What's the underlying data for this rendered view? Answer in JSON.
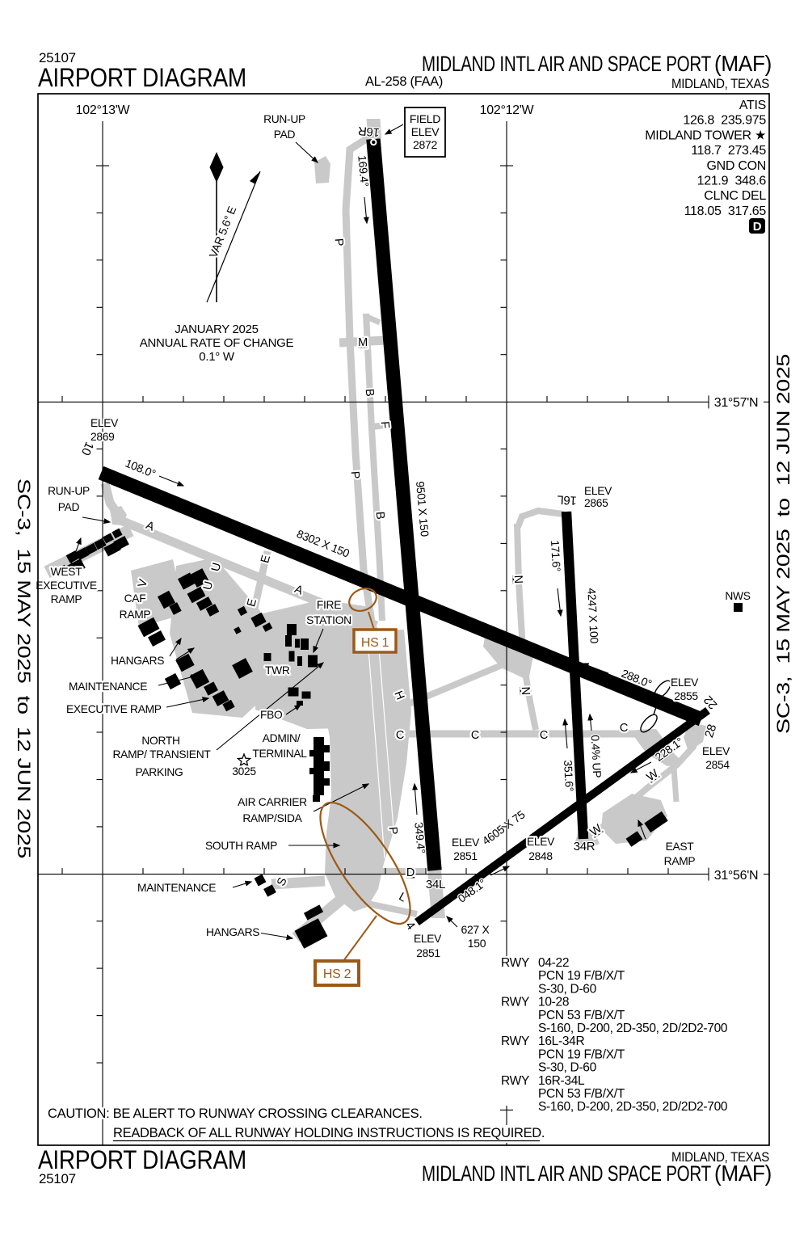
{
  "header": {
    "chart_number": "25107",
    "title": "AIRPORT DIAGRAM",
    "procedure_id": "AL-258 (FAA)",
    "airport_name": "MIDLAND INTL AIR AND SPACE PORT",
    "airport_id": "(MAF)",
    "city": "MIDLAND, TEXAS"
  },
  "footer": {
    "title": "AIRPORT DIAGRAM",
    "chart_number": "25107",
    "airport_name": "MIDLAND INTL AIR AND SPACE PORT",
    "airport_id": "(MAF)",
    "city": "MIDLAND, TEXAS"
  },
  "margin": {
    "left": "SC-3,  15 MAY 2025  to  12 JUN 2025",
    "right": "SC-3,  15 MAY 2025  to  12 JUN 2025"
  },
  "comm": {
    "atis_label": "ATIS",
    "atis": "126.8  235.975",
    "tower_label": "MIDLAND TOWER ★",
    "tower": "118.7  273.45",
    "gnd_label": "GND CON",
    "gnd": "121.9  348.6",
    "clnc_label": "CLNC DEL",
    "clnc": "118.05  317.65",
    "datacom": "D"
  },
  "grid": {
    "lon_w": "102°13'W",
    "lon_e": "102°12'W",
    "lat_n": "31°57'N",
    "lat_s": "31°56'N"
  },
  "magvar": {
    "var": "VAR 5.6° E",
    "date": "JANUARY 2025",
    "note": "ANNUAL RATE OF CHANGE",
    "rate": "0.1° W"
  },
  "field_elev": {
    "l1": "FIELD",
    "l2": "ELEV",
    "l3": "2872"
  },
  "rwy": {
    "r16r": "16R",
    "r34l": "34L",
    "r10": "10",
    "r28": "28",
    "r16l": "16L",
    "r34r": "34R",
    "r22": "22",
    "r04": "4",
    "h16r": "169.4°",
    "h34l": "349.4°",
    "h10": "108.0°",
    "h28": "288.0°",
    "h16l": "171.6°",
    "h34r": "351.6°",
    "h22": "228.1°",
    "h04": "048.1°",
    "d16r34l": "9501 X 150",
    "d10_28": "8302 X 150",
    "d16l34r": "4247 X 100",
    "d04_22": "4605 X 75",
    "overrun1": "627 X",
    "overrun2": "150",
    "slope": "0.4% UP"
  },
  "elev": {
    "e10a": "ELEV",
    "e10b": "2869",
    "e16la": "ELEV",
    "e16lb": "2865",
    "e22a": "ELEV",
    "e22b": "2855",
    "e28a": "ELEV",
    "e28b": "2854",
    "e34la": "ELEV",
    "e34lb": "2851",
    "e04a": "ELEV",
    "e04b": "2851",
    "e34ra": "ELEV",
    "e34rb": "2848"
  },
  "twy": {
    "a1": "A",
    "a2": "A",
    "b1": "B",
    "b2": "B",
    "c1": "C",
    "c2": "C",
    "c3": "C",
    "c4": "C",
    "d": "D",
    "e1": "E",
    "e2": "E",
    "f": "F",
    "h": "H",
    "l": "L",
    "m": "M",
    "n1": "N",
    "n2": "N",
    "p1": "P",
    "p2": "P",
    "p3": "P",
    "s": "S",
    "u1": "U",
    "u2": "U",
    "v": "V",
    "w1": "W",
    "w2": "W"
  },
  "poi": {
    "runup1a": "RUN-UP",
    "runup1b": "PAD",
    "runup2a": "RUN-UP",
    "runup2b": "PAD",
    "west1": "WEST",
    "west2": "EXECUTIVE",
    "west3": "RAMP",
    "caf1": "CAF",
    "caf2": "RAMP",
    "hangars_w": "HANGARS",
    "maint_w": "MAINTENANCE",
    "exec": "EXECUTIVE RAMP",
    "north1": "NORTH",
    "north2": "RAMP/ TRANSIENT",
    "north3": "PARKING",
    "fire1": "FIRE",
    "fire2": "STATION",
    "twr": "TWR",
    "fbo": "FBO",
    "admin1": "ADMIN/",
    "admin2": "TERMINAL",
    "beacon": "3025",
    "air1": "AIR CARRIER",
    "air2": "RAMP/SIDA",
    "south": "SOUTH RAMP",
    "maint_s": "MAINTENANCE",
    "hangars_s": "HANGARS",
    "east1": "EAST",
    "east2": "RAMP",
    "nws": "NWS"
  },
  "hotspots": {
    "hs1": "HS 1",
    "hs2": "HS 2"
  },
  "rwy_table": {
    "rows": [
      {
        "t": "RWY",
        "id": "04-22",
        "pcn": "PCN 19 F/B/X/T",
        "s": "S-30, D-60"
      },
      {
        "t": "RWY",
        "id": "10-28",
        "pcn": "PCN 53 F/B/X/T",
        "s": "S-160, D-200, 2D-350, 2D/2D2-700"
      },
      {
        "t": "RWY",
        "id": "16L-34R",
        "pcn": "PCN 19 F/B/X/T",
        "s": "S-30, D-60"
      },
      {
        "t": "RWY",
        "id": "16R-34L",
        "pcn": "PCN 53 F/B/X/T",
        "s": "S-160, D-200, 2D-350, 2D/2D2-700"
      }
    ]
  },
  "caution": {
    "l1": "CAUTION: BE ALERT TO RUNWAY CROSSING CLEARANCES.",
    "l2": "READBACK OF ALL RUNWAY HOLDING INSTRUCTIONS IS REQUIRED."
  },
  "colors": {
    "pavement_gray": "#c9c9c9",
    "hotspot_brown": "#9c5a17",
    "ink": "#000000"
  }
}
